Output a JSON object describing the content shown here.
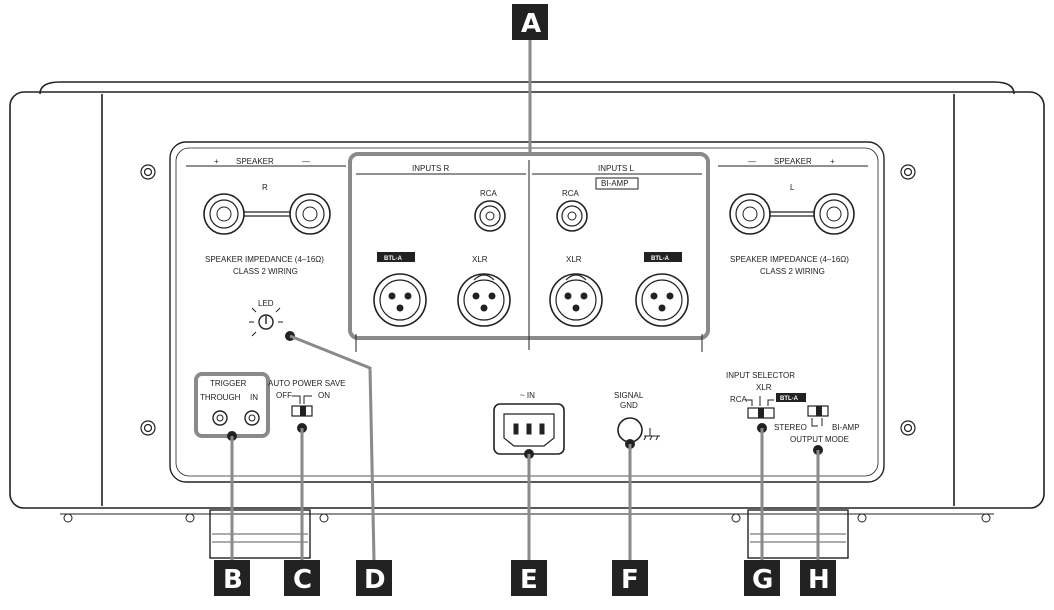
{
  "callouts": {
    "a": "A",
    "b": "B",
    "c": "C",
    "d": "D",
    "e": "E",
    "f": "F",
    "g": "G",
    "h": "H"
  },
  "speaker_r": {
    "header_plus": "+",
    "header_label": "SPEAKER",
    "header_minus": "—",
    "channel": "R",
    "impedance": "SPEAKER IMPEDANCE (4–16Ω)",
    "wiring": "CLASS 2 WIRING"
  },
  "speaker_l": {
    "header_minus": "—",
    "header_label": "SPEAKER",
    "header_plus": "+",
    "channel": "L",
    "impedance": "SPEAKER IMPEDANCE (4–16Ω)",
    "wiring": "CLASS 2 WIRING"
  },
  "inputs_r": {
    "header": "INPUTS R",
    "rca": "RCA",
    "xlr": "XLR",
    "badge": "BTL-A"
  },
  "inputs_l": {
    "header": "INPUTS L",
    "badge_top": "BI-AMP",
    "rca": "RCA",
    "xlr": "XLR",
    "badge": "BTL-A"
  },
  "led": {
    "label": "LED"
  },
  "trigger": {
    "title": "TRIGGER",
    "through": "THROUGH",
    "in": "IN"
  },
  "auto_power_save": {
    "title": "AUTO POWER SAVE",
    "off": "OFF",
    "on": "ON"
  },
  "ac_in": {
    "label": "~ IN"
  },
  "signal_gnd": {
    "line1": "SIGNAL",
    "line2": "GND"
  },
  "input_selector": {
    "title": "INPUT SELECTOR",
    "xlr": "XLR",
    "rca": "RCA",
    "btl": "BTL-A"
  },
  "output_mode": {
    "stereo": "STEREO",
    "biamp": "BI-AMP",
    "title": "OUTPUT MODE"
  }
}
